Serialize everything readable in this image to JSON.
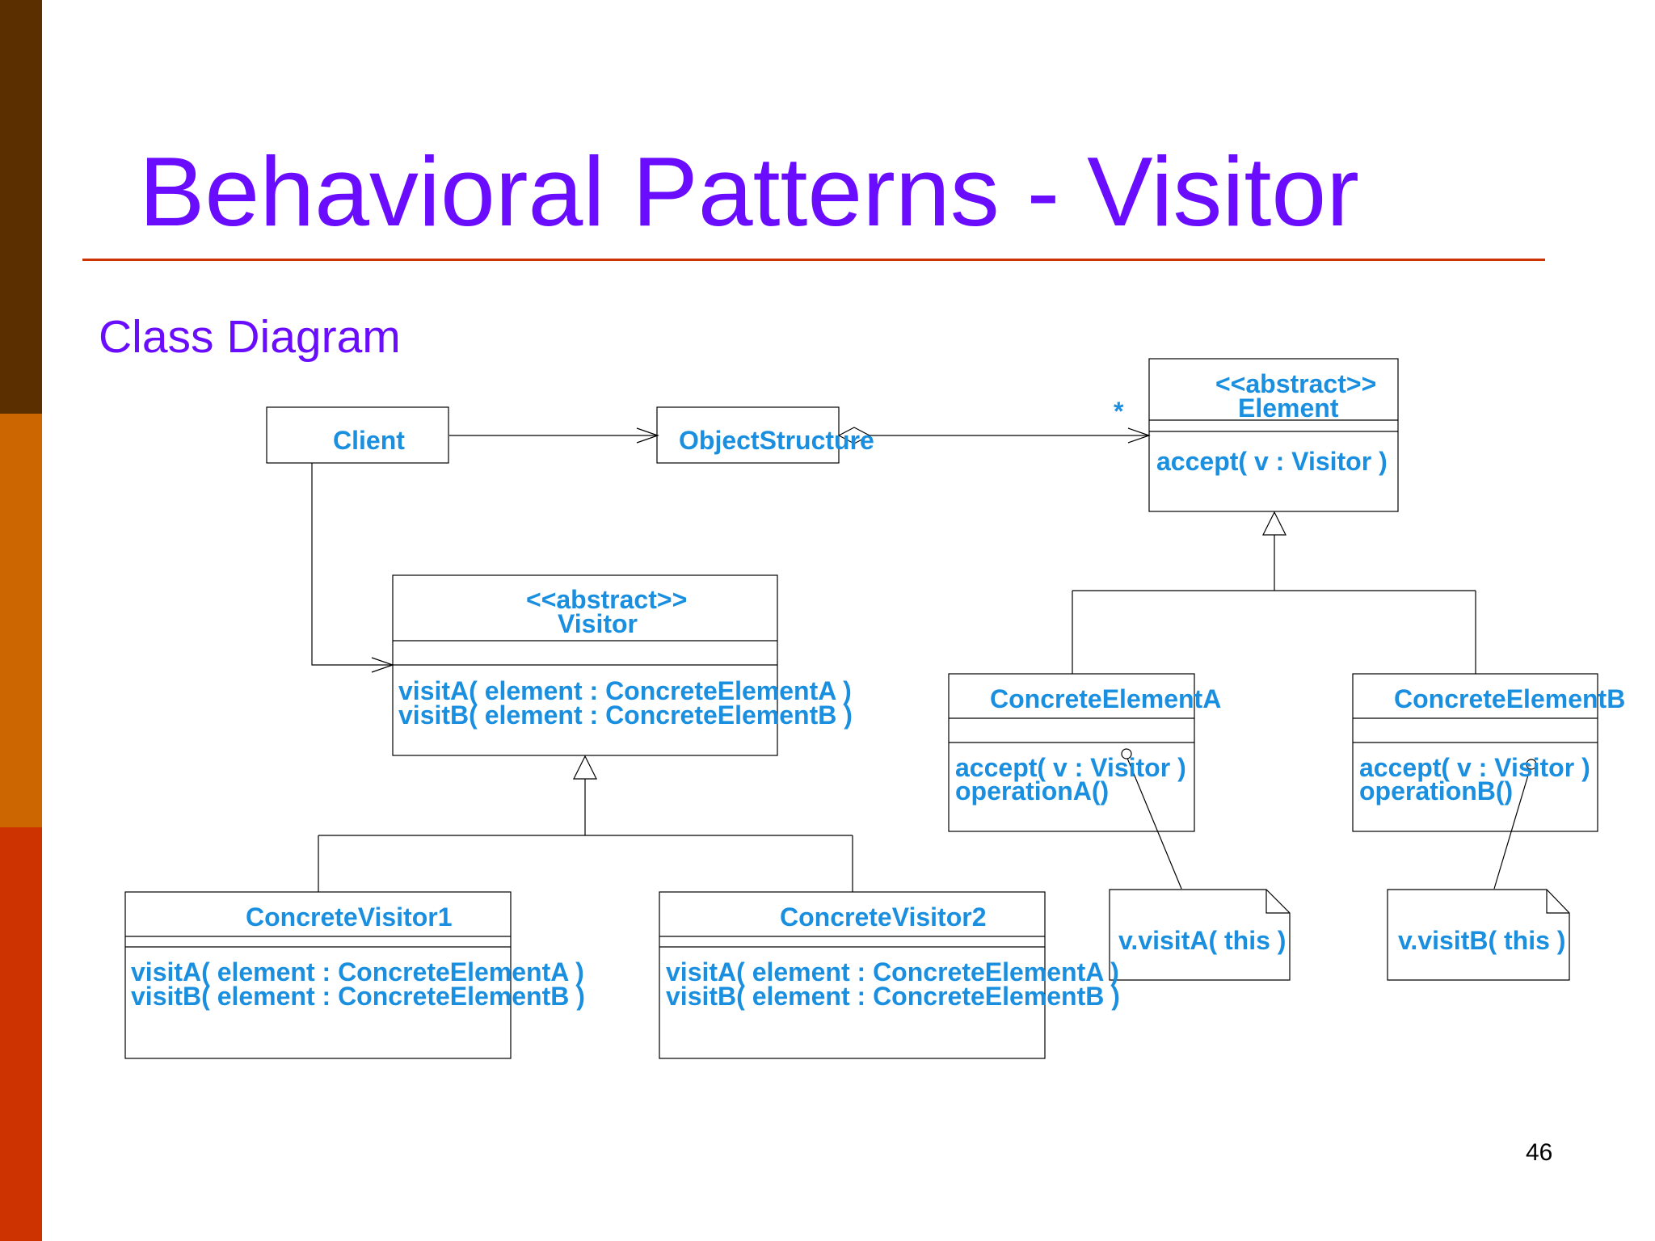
{
  "slide": {
    "title": "Behavioral Patterns - Visitor",
    "subtitle": "Class Diagram",
    "page_number": "46"
  },
  "colors": {
    "title": "#6a0dff",
    "rule": "#cc3300",
    "uml_text": "#1a8fe0",
    "band_top": "#5c2f00",
    "band_mid": "#cc6600",
    "band_bottom": "#cc3300"
  },
  "diagram": {
    "client": {
      "name": "Client"
    },
    "object_structure": {
      "name": "ObjectStructure",
      "multiplicity": "*"
    },
    "element": {
      "stereotype": "<<abstract>>",
      "name": "Element",
      "operations": [
        "accept( v : Visitor )"
      ]
    },
    "visitor": {
      "stereotype": "<<abstract>>",
      "name": "Visitor",
      "operations": [
        "visitA( element : ConcreteElementA )",
        "visitB( element : ConcreteElementB )"
      ]
    },
    "concrete_element_a": {
      "name": "ConcreteElementA",
      "operations": [
        "accept( v : Visitor )",
        "operationA()"
      ],
      "note": "v.visitA( this )"
    },
    "concrete_element_b": {
      "name": "ConcreteElementB",
      "operations": [
        "accept( v : Visitor )",
        "operationB()"
      ],
      "note": "v.visitB( this )"
    },
    "concrete_visitor_1": {
      "name": "ConcreteVisitor1",
      "operations": [
        "visitA( element : ConcreteElementA )",
        "visitB( element : ConcreteElementB )"
      ]
    },
    "concrete_visitor_2": {
      "name": "ConcreteVisitor2",
      "operations": [
        "visitA( element : ConcreteElementA )",
        "visitB( element : ConcreteElementB )"
      ]
    }
  }
}
